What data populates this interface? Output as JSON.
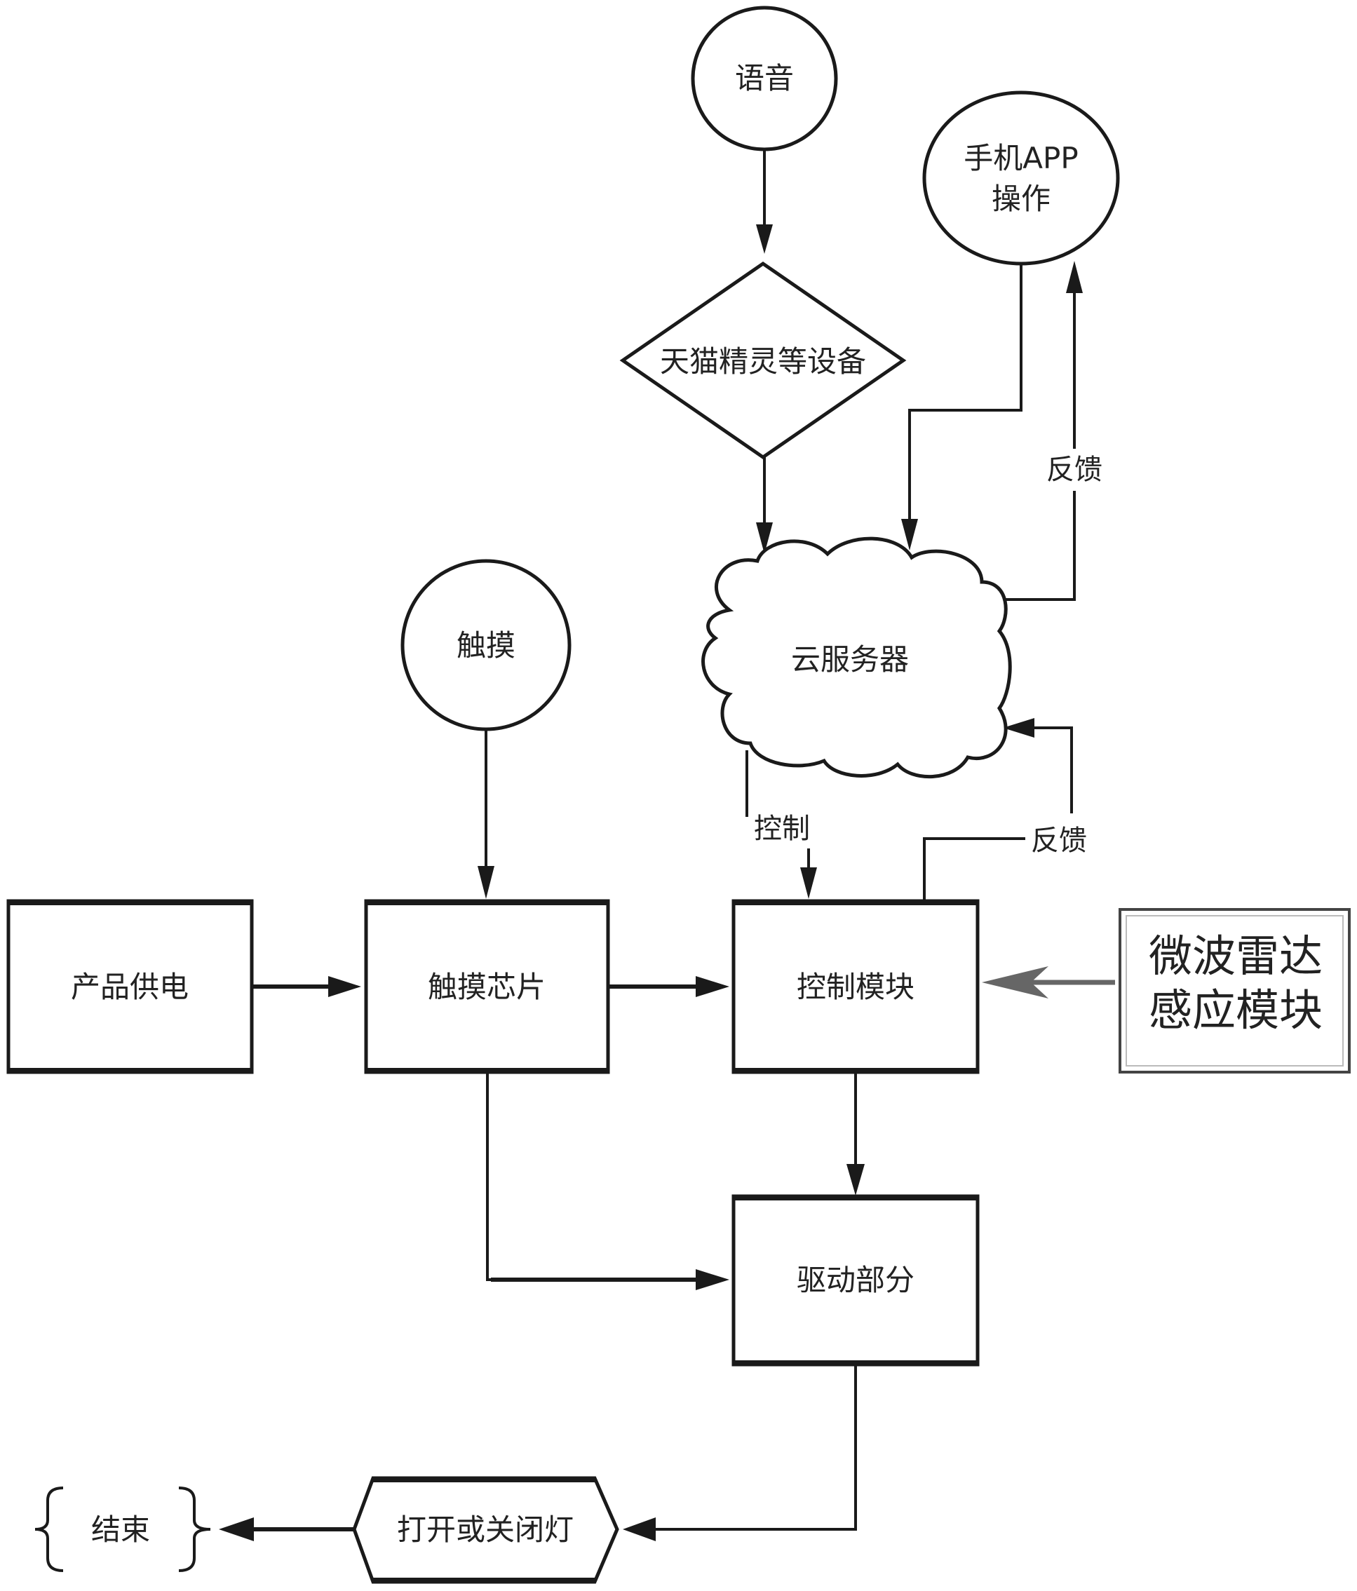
{
  "diagram": {
    "type": "flowchart",
    "nodes": {
      "voice": {
        "label": "语音",
        "shape": "circle"
      },
      "app": {
        "label_line1": "手机APP",
        "label_line2": "操作",
        "shape": "circle"
      },
      "tmall": {
        "label": "天猫精灵等设备",
        "shape": "diamond"
      },
      "cloud": {
        "label": "云服务器",
        "shape": "cloud"
      },
      "touch": {
        "label": "触摸",
        "shape": "circle"
      },
      "power": {
        "label": "产品供电",
        "shape": "rectangle"
      },
      "touch_chip": {
        "label": "触摸芯片",
        "shape": "rectangle"
      },
      "control": {
        "label": "控制模块",
        "shape": "rectangle"
      },
      "radar": {
        "label_line1": "微波雷达",
        "label_line2": "感应模块",
        "shape": "rectangle"
      },
      "driver": {
        "label": "驱动部分",
        "shape": "rectangle"
      },
      "light": {
        "label": "打开或关闭灯",
        "shape": "hexagon"
      },
      "end": {
        "label": "结束",
        "shape": "braces"
      }
    },
    "edge_labels": {
      "feedback_app": "反馈",
      "control_down": "控制",
      "feedback_cloud": "反馈"
    },
    "edges": [
      {
        "from": "voice",
        "to": "tmall"
      },
      {
        "from": "tmall",
        "to": "cloud"
      },
      {
        "from": "app",
        "to": "cloud"
      },
      {
        "from": "cloud",
        "to": "app",
        "label": "反馈"
      },
      {
        "from": "cloud",
        "to": "control",
        "label": "控制"
      },
      {
        "from": "control",
        "to": "cloud",
        "label": "反馈"
      },
      {
        "from": "touch",
        "to": "touch_chip"
      },
      {
        "from": "power",
        "to": "touch_chip"
      },
      {
        "from": "touch_chip",
        "to": "control"
      },
      {
        "from": "radar",
        "to": "control"
      },
      {
        "from": "control",
        "to": "driver"
      },
      {
        "from": "touch_chip",
        "to": "driver"
      },
      {
        "from": "driver",
        "to": "light"
      },
      {
        "from": "light",
        "to": "end"
      }
    ],
    "colors": {
      "stroke": "#1a1a1a",
      "radar_arrow": "#666666",
      "background": "#ffffff"
    }
  }
}
